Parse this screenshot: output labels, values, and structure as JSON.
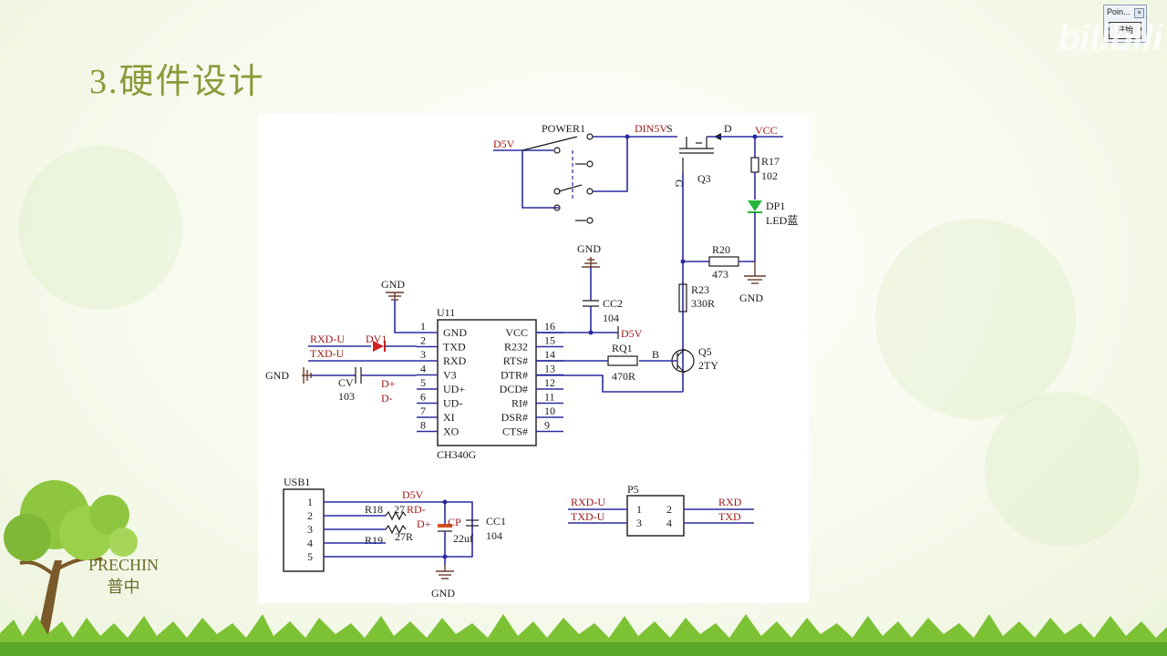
{
  "slide": {
    "title": "3.硬件设计",
    "brand_line1": "PRECHIN",
    "brand_line2": "普中"
  },
  "widget": {
    "title": "Poin...",
    "close_glyph": "×",
    "start_label": "开始"
  },
  "watermark": "bilibili",
  "schematic": {
    "power_switch": {
      "ref": "POWER1",
      "net_in": "D5V",
      "net_out": "DIN5V"
    },
    "q3": {
      "ref": "Q3",
      "pin_s": "S",
      "pin_d": "D",
      "pin_g": "G",
      "net_vcc": "VCC"
    },
    "r17": {
      "ref": "R17",
      "value": "102"
    },
    "dp1": {
      "ref": "DP1",
      "value": "LED蓝"
    },
    "r20": {
      "ref": "R20",
      "value": "473"
    },
    "r23": {
      "ref": "R23",
      "value": "330R"
    },
    "q5": {
      "ref": "Q5",
      "value": "2TY",
      "pin_b": "B"
    },
    "rq1": {
      "ref": "RQ1",
      "value": "470R"
    },
    "cc2": {
      "ref": "CC2",
      "value": "104"
    },
    "cv": {
      "ref": "CV",
      "value": "103"
    },
    "dv1": {
      "ref": "DV1"
    },
    "gnd_label": "GND",
    "d5v_label": "D5V",
    "u11": {
      "ref": "U11",
      "part": "CH340G",
      "left_pins": [
        {
          "num": "1",
          "name": "GND"
        },
        {
          "num": "2",
          "name": "TXD"
        },
        {
          "num": "3",
          "name": "RXD"
        },
        {
          "num": "4",
          "name": "V3"
        },
        {
          "num": "5",
          "name": "UD+"
        },
        {
          "num": "6",
          "name": "UD-"
        },
        {
          "num": "7",
          "name": "XI"
        },
        {
          "num": "8",
          "name": "XO"
        }
      ],
      "right_pins": [
        {
          "num": "16",
          "name": "VCC"
        },
        {
          "num": "15",
          "name": "R232"
        },
        {
          "num": "14",
          "name": "RTS#"
        },
        {
          "num": "13",
          "name": "DTR#"
        },
        {
          "num": "12",
          "name": "DCD#"
        },
        {
          "num": "11",
          "name": "RI#"
        },
        {
          "num": "10",
          "name": "DSR#"
        },
        {
          "num": "9",
          "name": "CTS#"
        }
      ]
    },
    "nets": {
      "rxd_u": "RXD-U",
      "txd_u": "TXD-U",
      "dp": "D+",
      "dm": "D-",
      "rxd": "RXD",
      "txd": "TXD",
      "rd": "RD-"
    },
    "usb1": {
      "ref": "USB1",
      "pins": [
        "1",
        "2",
        "3",
        "4",
        "5"
      ]
    },
    "r18": {
      "ref": "R18",
      "value": "27"
    },
    "r19": {
      "ref": "R19",
      "value": "27R"
    },
    "cp": {
      "ref": "CP",
      "value": "22uf"
    },
    "cc1": {
      "ref": "CC1",
      "value": "104"
    },
    "p5": {
      "ref": "P5",
      "pins": [
        "1",
        "2",
        "3",
        "4"
      ]
    }
  }
}
